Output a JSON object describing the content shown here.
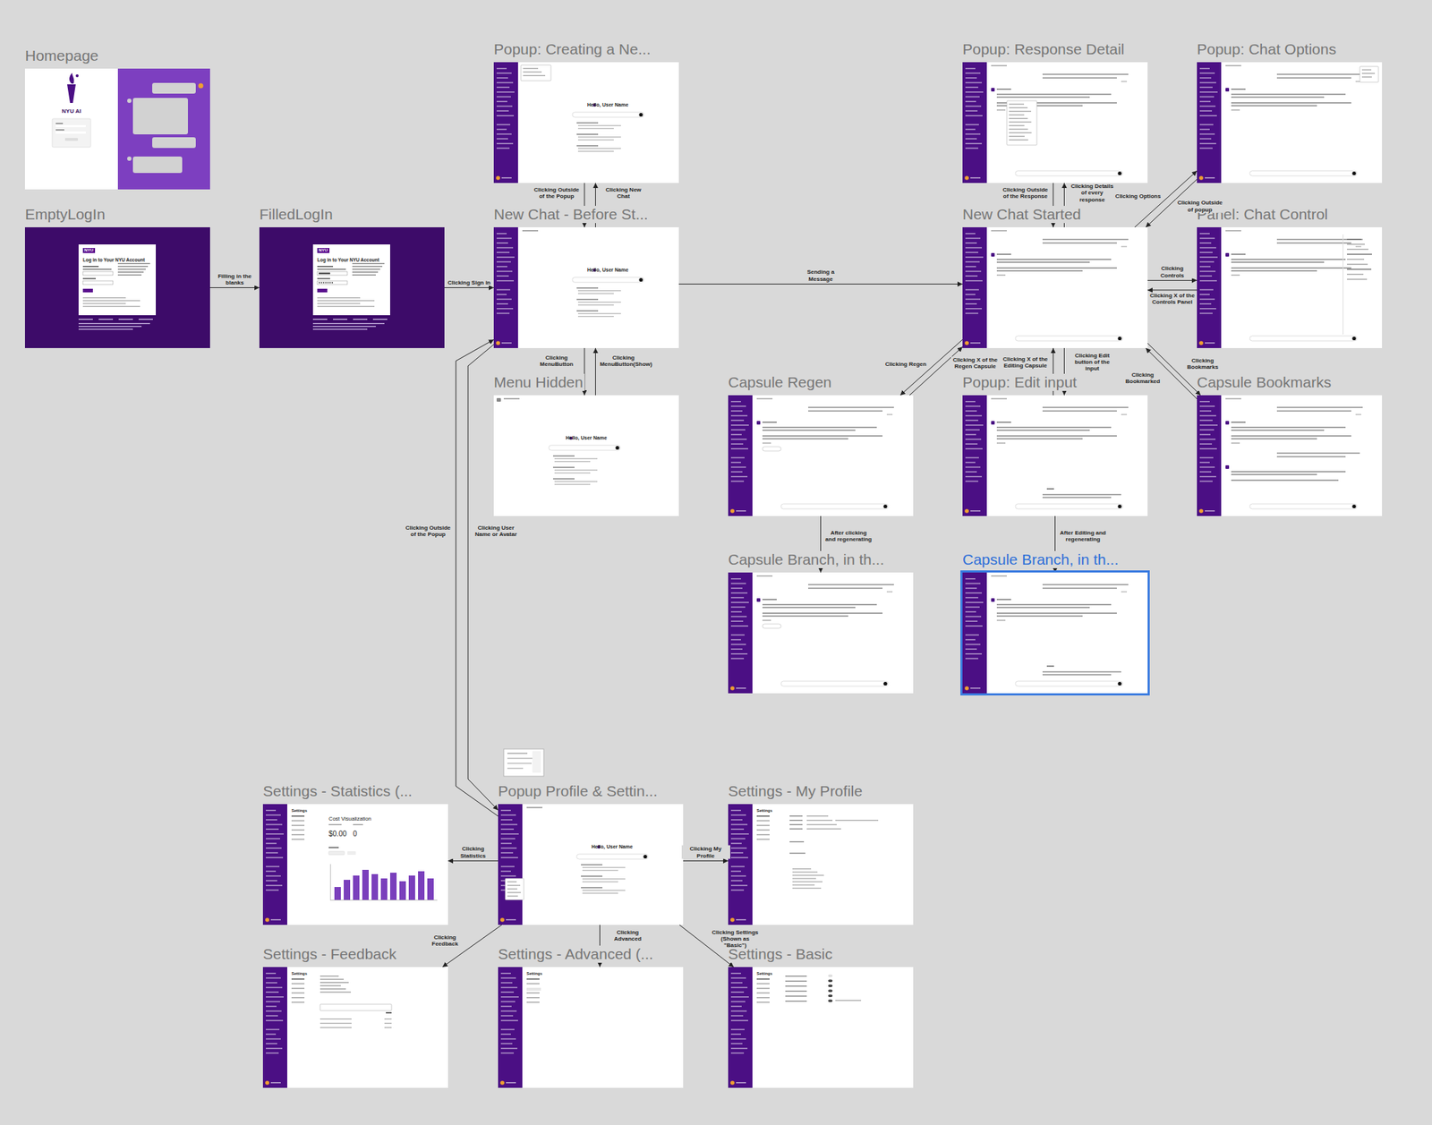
{
  "diagram": {
    "nodes": [
      {
        "text": [
          "Homepage",
          "NYU AI"
        ]
      },
      {
        "text": [
          "EmptyLogIn",
          "NYU",
          "Log in to Your NYU Account"
        ]
      },
      {
        "text": [
          "FilledLogIn",
          "NYU",
          "Log in to Your NYU Account"
        ]
      },
      {
        "text": [
          "Popup: Creating a Ne...",
          "Hello, User Name"
        ]
      },
      {
        "text": [
          "New Chat - Before St...",
          "Hello, User Name"
        ]
      },
      {
        "text": [
          "Menu Hidden",
          "Hello, User Name"
        ]
      },
      {
        "text": [
          "Popup: Response Detail"
        ]
      },
      {
        "text": [
          "Popup: Chat Options"
        ]
      },
      {
        "text": [
          "New Chat Started"
        ]
      },
      {
        "text": [
          "Panel: Chat Control"
        ]
      },
      {
        "text": [
          "Capsule Regen"
        ]
      },
      {
        "text": [
          "Popup: Edit input"
        ]
      },
      {
        "text": [
          "Capsule Bookmarks"
        ]
      },
      {
        "text": [
          "Capsule Branch, in th..."
        ]
      },
      {
        "text": [
          "Capsule Branch, in th..."
        ]
      },
      {
        "text": [
          "Settings - Statistics (...",
          "Settings",
          "Cost Visualization",
          "$0.00",
          "0"
        ]
      },
      {
        "text": [
          "Popup Profile & Settin...",
          "Hello, User Name"
        ]
      },
      {
        "text": [
          "Settings - My Profile",
          "Settings"
        ]
      },
      {
        "text": [
          "Settings - Feedback",
          "Settings"
        ]
      },
      {
        "text": [
          "Settings - Advanced (...",
          "Settings"
        ]
      },
      {
        "text": [
          "Settings - Basic",
          "Settings"
        ]
      }
    ],
    "edges": [
      {
        "from": 1,
        "to": 2,
        "label": "Filling in the blanks",
        "arrow": "to"
      },
      {
        "from": 2,
        "to": 4,
        "label": "Clicking Sign in",
        "arrow": "to"
      },
      {
        "from": 4,
        "to": 3,
        "label": "Clicking New Chat",
        "arrow": "to"
      },
      {
        "from": 3,
        "to": 4,
        "label": "Clicking Outside of the Popup",
        "arrow": "to"
      },
      {
        "from": 4,
        "to": 5,
        "label": "Clicking MenuButton",
        "arrow": "to"
      },
      {
        "from": 5,
        "to": 4,
        "label": "Clicking MenuButton(Show)",
        "arrow": "to"
      },
      {
        "from": 4,
        "to": 8,
        "label": "Sending a Message",
        "arrow": "to"
      },
      {
        "from": 8,
        "to": 6,
        "label": "Clicking Details of every response",
        "arrow": "to"
      },
      {
        "from": 6,
        "to": 8,
        "label": "Clicking Outside of the Response",
        "arrow": "to"
      },
      {
        "from": 8,
        "to": 7,
        "label": "Clicking Options",
        "arrow": "to"
      },
      {
        "from": 7,
        "to": 8,
        "label": "Clicking Outside of popup",
        "arrow": "to"
      },
      {
        "from": 8,
        "to": 9,
        "label": "Clicking Controls",
        "arrow": "to"
      },
      {
        "from": 9,
        "to": 8,
        "label": "Clicking X of the Controls Panel",
        "arrow": "to"
      },
      {
        "from": 8,
        "to": 10,
        "label": "Clicking Regen",
        "arrow": "to"
      },
      {
        "from": 10,
        "to": 8,
        "label": "Clicking X of the Regen Capsule",
        "arrow": "to"
      },
      {
        "from": 8,
        "to": 11,
        "label": "Clicking Edit button of the input",
        "arrow": "to"
      },
      {
        "from": 11,
        "to": 8,
        "label": "Clicking X of the Editing Capsule",
        "arrow": "to"
      },
      {
        "from": 8,
        "to": 12,
        "label": "Clicking Bookmarks",
        "arrow": "to"
      },
      {
        "from": 12,
        "to": 8,
        "label": "Clicking Bookmarked",
        "arrow": "to"
      },
      {
        "from": 10,
        "to": 13,
        "label": "After clicking and regenerating",
        "arrow": "to"
      },
      {
        "from": 11,
        "to": 14,
        "label": "After Editing and regenerating",
        "arrow": "to"
      },
      {
        "from": 4,
        "to": 16,
        "label": "Clicking User Name or Avatar",
        "arrow": "to"
      },
      {
        "from": 16,
        "to": 4,
        "label": "Clicking Outside of the Popup",
        "arrow": "to"
      },
      {
        "from": 16,
        "to": 15,
        "label": "Clicking Statistics",
        "arrow": "to"
      },
      {
        "from": 16,
        "to": 17,
        "label": "Clicking My Profile",
        "arrow": "to"
      },
      {
        "from": 16,
        "to": 18,
        "label": "Clicking Feedback",
        "arrow": "to"
      },
      {
        "from": 16,
        "to": 19,
        "label": "Clicking Advanced",
        "arrow": "to"
      },
      {
        "from": 16,
        "to": 20,
        "label": "Clicking Settings (Shown as \"Basic\")",
        "arrow": "to"
      }
    ]
  }
}
